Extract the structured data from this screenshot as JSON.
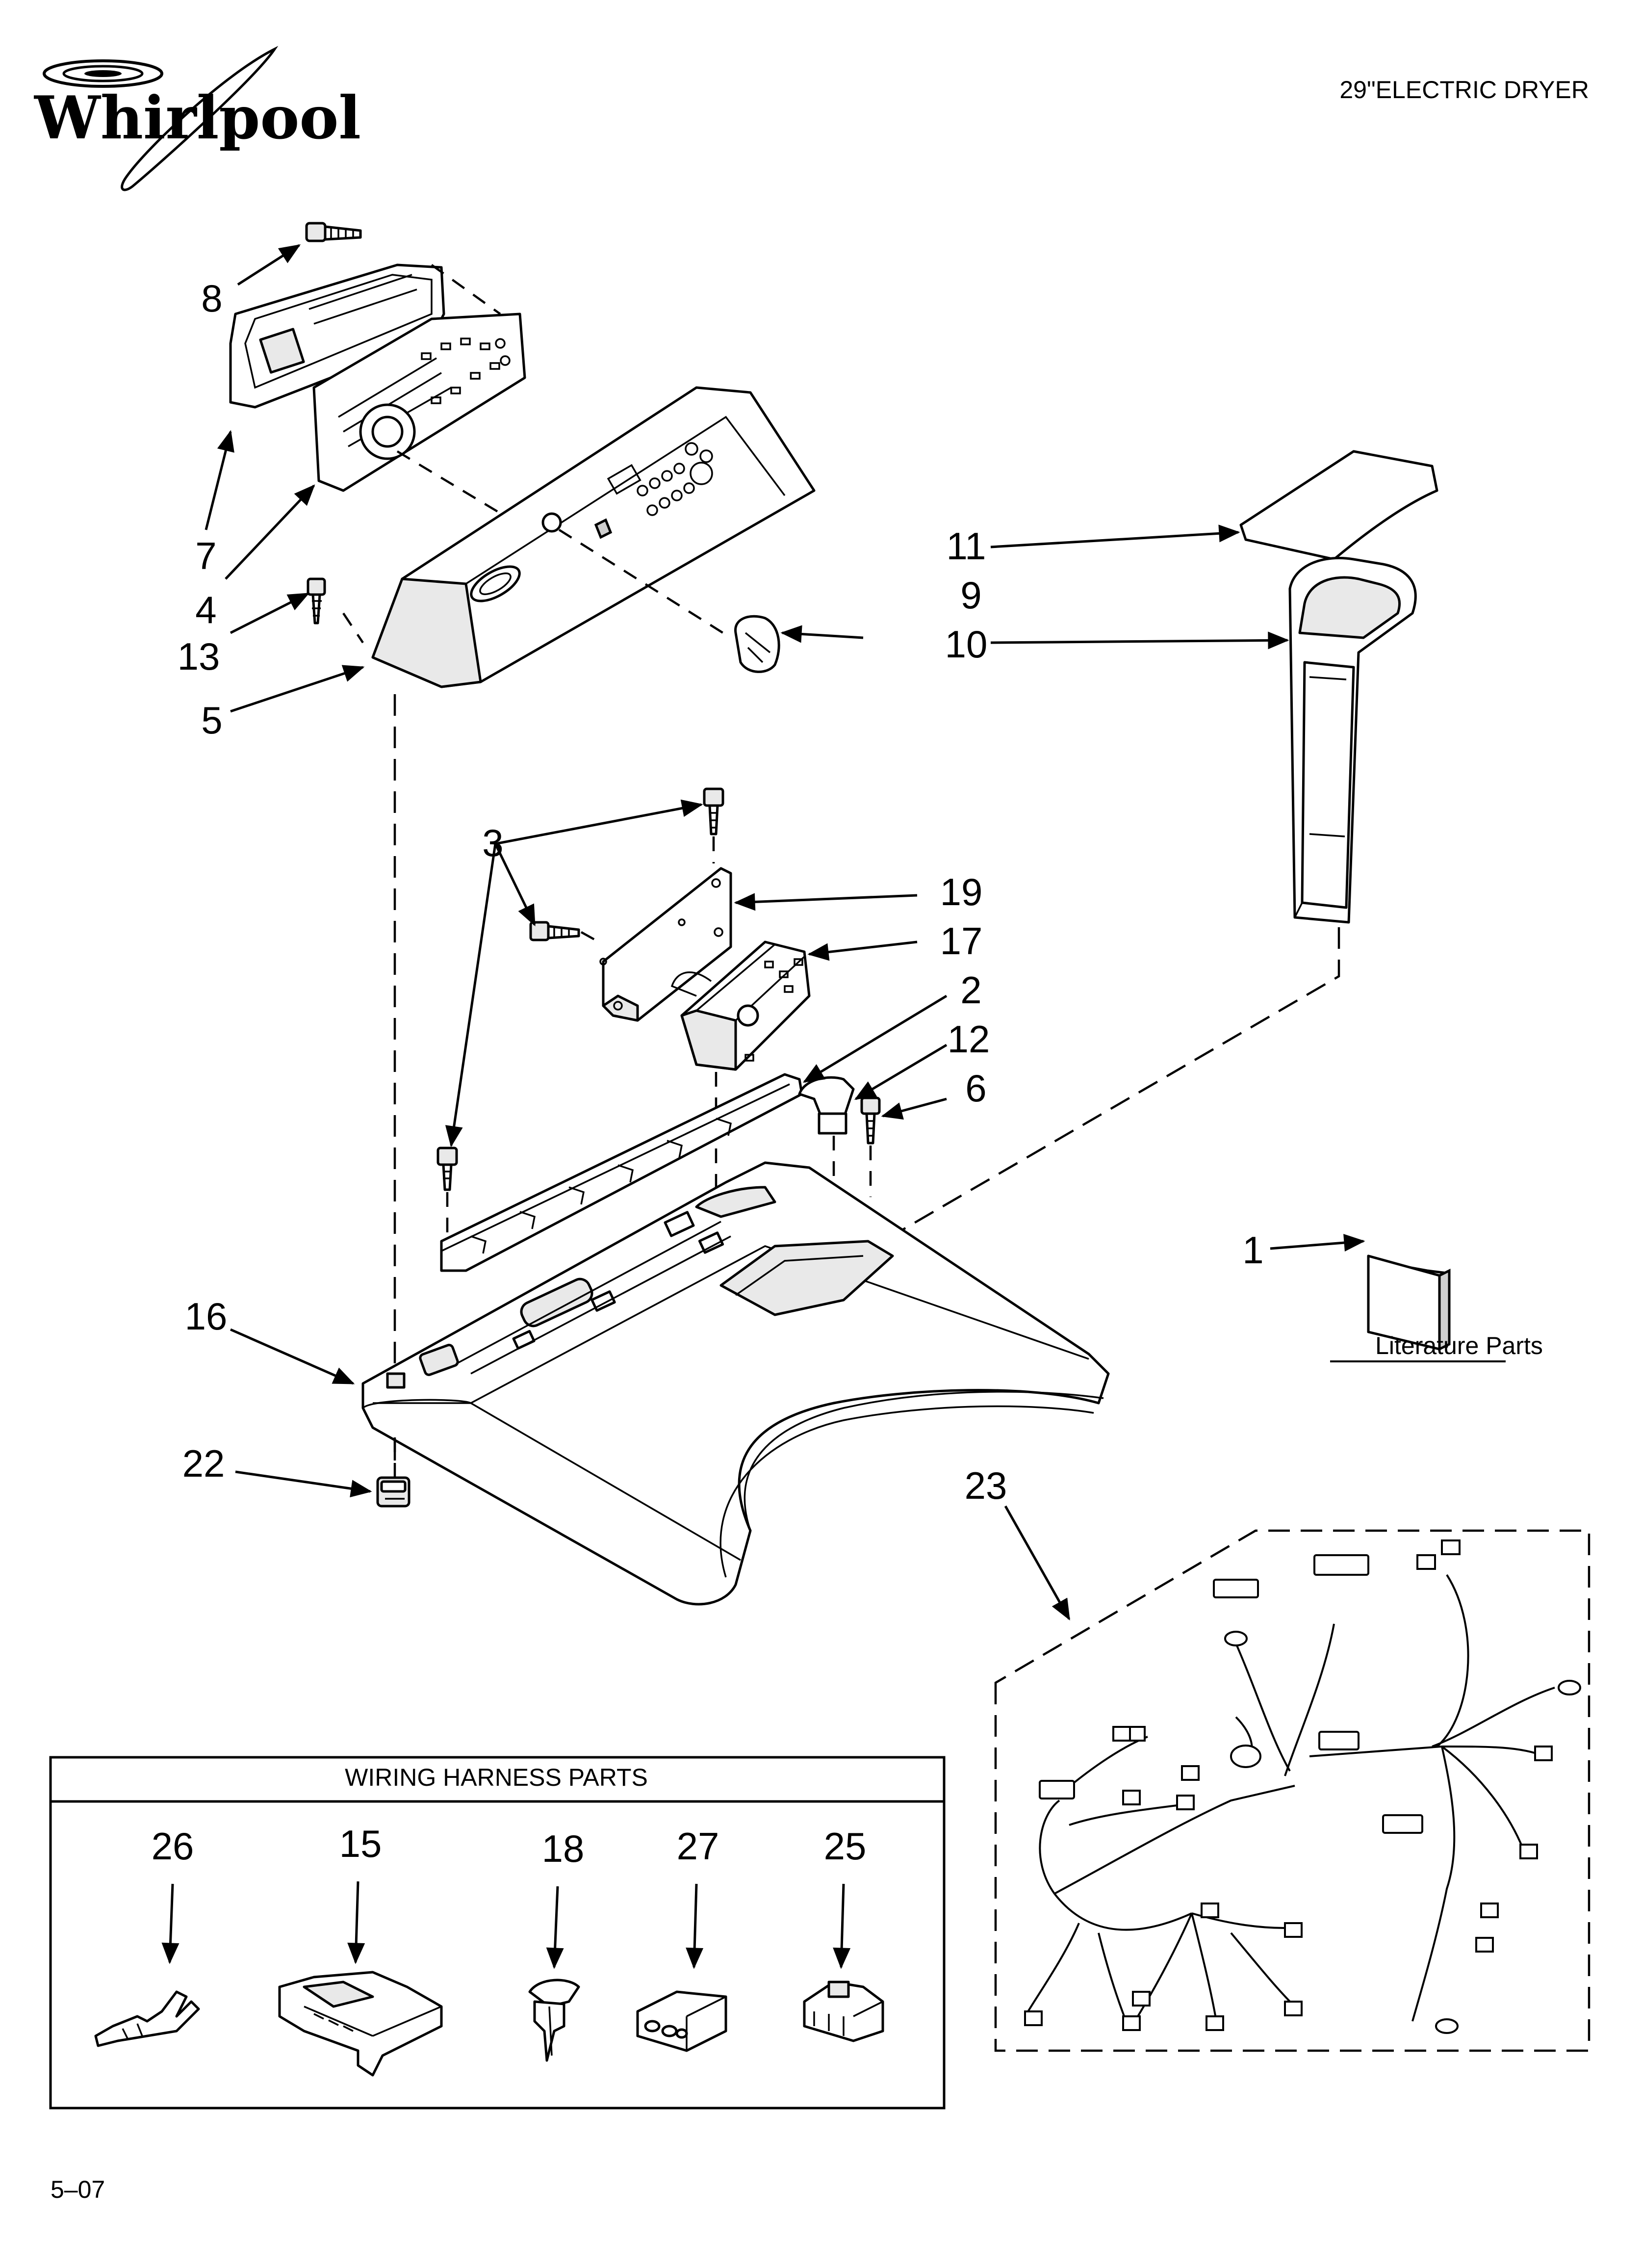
{
  "brand": "Whirlpool",
  "title": "29\"ELECTRIC DRYER",
  "page_code": "5–07",
  "literature_label": "Literature Parts",
  "wiring_harness": {
    "title": "WIRING HARNESS PARTS",
    "items": [
      "26",
      "15",
      "18",
      "27",
      "25"
    ]
  },
  "callouts": {
    "c1": "1",
    "c2": "2",
    "c3": "3",
    "c4": "4",
    "c5": "5",
    "c6": "6",
    "c7": "7",
    "c8": "8",
    "c9": "9",
    "c10": "10",
    "c11": "11",
    "c12": "12",
    "c13": "13",
    "c16": "16",
    "c17": "17",
    "c19": "19",
    "c22": "22",
    "c23": "23"
  }
}
